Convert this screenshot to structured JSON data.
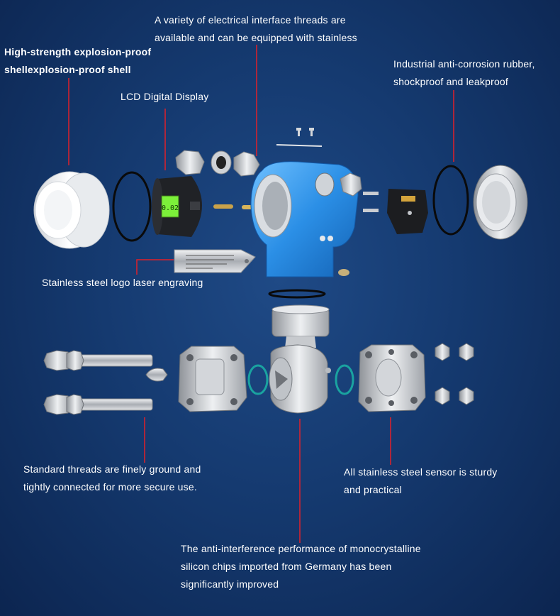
{
  "labels": {
    "threads_top": "A variety of electrical interface threads are\navailable and can be equipped with stainless",
    "shell": "High-strength explosion-proof\nshellexplosion-proof shell",
    "rubber": "Industrial anti-corrosion rubber,\nshockproof and leakproof",
    "lcd": "LCD Digital Display",
    "logo_plate": "Stainless steel logo laser engraving",
    "standard_threads": "Standard threads are finely ground and\ntightly connected for more secure use.",
    "sensor": "All stainless steel sensor is sturdy\nand practical",
    "chips": "The anti-interference performance of monocrystalline\nsilicon chips imported from Germany has been\nsignificantly improved"
  },
  "lcd_reading": "0.02",
  "colors": {
    "leader": "#e0202a",
    "housing_blue": "#2b8fe6",
    "lcd_green": "#7cf03a",
    "steel": "#c9ccd1"
  }
}
